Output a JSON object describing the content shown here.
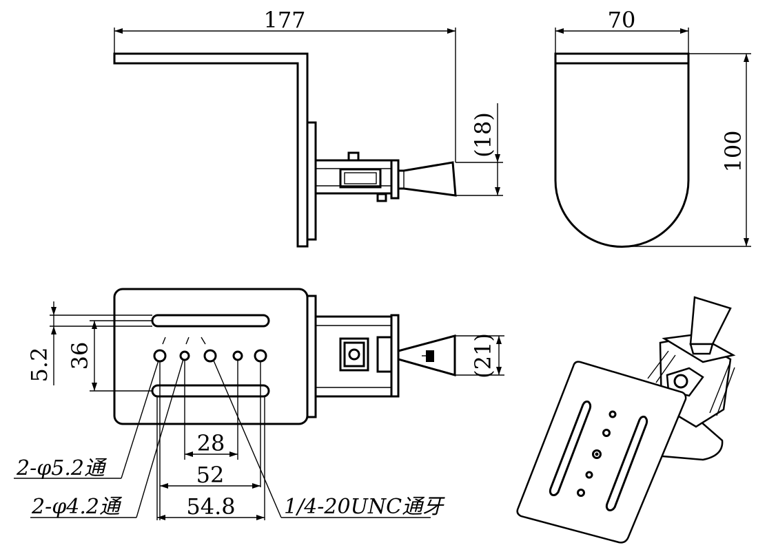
{
  "drawing": {
    "front_view": {
      "width_dim": "177",
      "cone_dim": "(18)"
    },
    "side_view": {
      "width_dim": "70",
      "height_dim": "100"
    },
    "top_view": {
      "dim_slot_offset": "5.2",
      "dim_slot_spacing": "36",
      "dim_28": "28",
      "dim_52": "52",
      "dim_54_8": "54.8",
      "dim_cone": "(21)",
      "note_hole_52": "2-φ5.2通",
      "note_hole_42": "2-φ4.2通",
      "note_thread": "1/4-20UNC通牙"
    }
  }
}
